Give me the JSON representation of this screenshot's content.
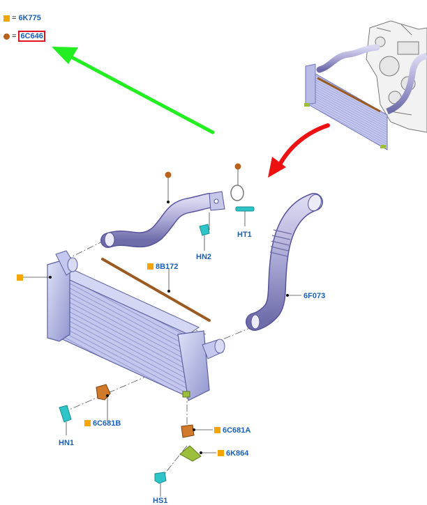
{
  "legend": {
    "square_code": "6K775",
    "dot_code": "6C646",
    "equals": "="
  },
  "labels": {
    "ht1": "HT1",
    "hn2": "HN2",
    "b8172": "8B172",
    "f6073": "6F073",
    "c6681b": "6C681B",
    "hn1": "HN1",
    "c6681a": "6C681A",
    "k6864": "6K864",
    "hs1": "HS1"
  },
  "colors": {
    "link_blue": "#1a5fb4",
    "square_marker": "#f5a400",
    "dot_marker": "#b8621b",
    "highlight_box": "#e0141e",
    "green_arrow": "#22ee22",
    "red_arrow": "#ee1111",
    "hose": "#a8a6d4",
    "cooler": "#b8bde8",
    "seal": "#9b5a22",
    "clip": "#2ec4c8",
    "bushing": "#d27a2c",
    "bracket": "#9bbf3a"
  },
  "icons": {
    "square_marker": "square-marker-icon",
    "dot_marker": "dot-marker-icon"
  }
}
